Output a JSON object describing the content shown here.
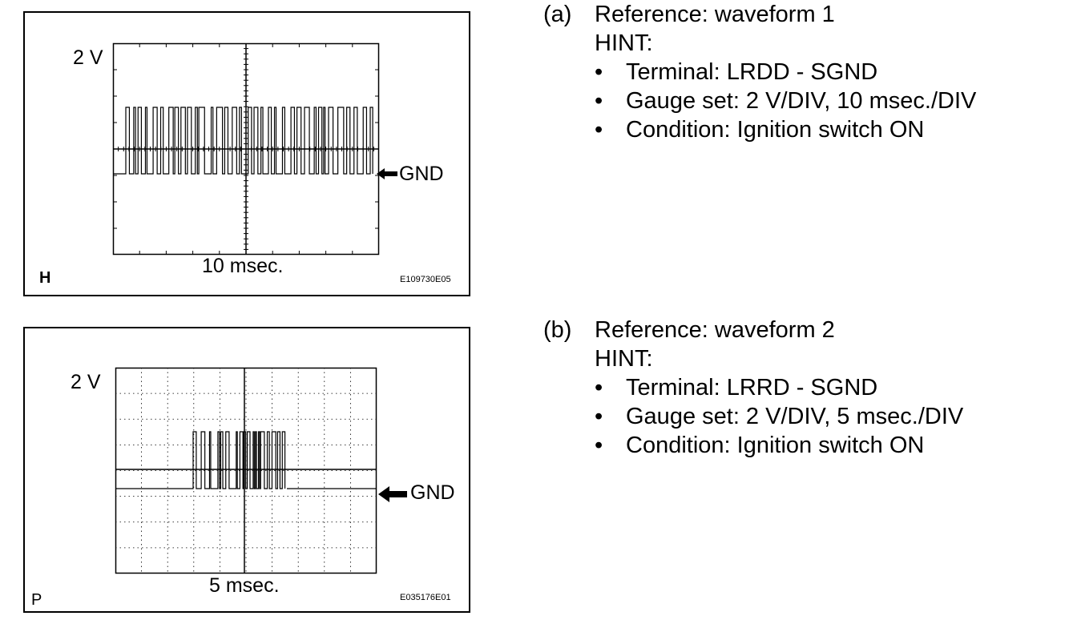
{
  "figures": [
    {
      "volt_label": "2 V",
      "time_label": "10 msec.",
      "corner_letter": "H",
      "code": "E109730E05",
      "gnd_label": "GND"
    },
    {
      "volt_label": "2 V",
      "time_label": "5 msec.",
      "corner_letter": "P",
      "code": "E035176E01",
      "gnd_label": "GND"
    }
  ],
  "descriptions": [
    {
      "letter": "(a)",
      "title": "Reference: waveform 1",
      "hint": "HINT:",
      "bullets": [
        "Terminal: LRDD - SGND",
        "Gauge set: 2 V/DIV, 10 msec./DIV",
        "Condition: Ignition switch ON"
      ]
    },
    {
      "letter": "(b)",
      "title": "Reference: waveform 2",
      "hint": "HINT:",
      "bullets": [
        "Terminal: LRRD - SGND",
        "Gauge set: 2 V/DIV, 5 msec./DIV",
        "Condition: Ignition switch ON"
      ]
    }
  ],
  "bullet_glyph": "•"
}
